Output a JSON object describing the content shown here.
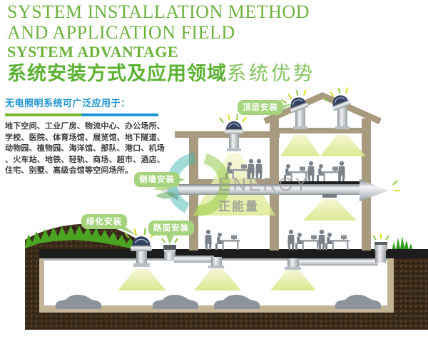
{
  "header": {
    "line1": "SYSTEM INSTALLATION METHOD",
    "line2": "AND APPLICATION FIELD",
    "line3": "SYSTEM ADVANTAGE",
    "cn_bold": "系统安装方式及应用领域",
    "cn_light": "系统优势"
  },
  "intro": {
    "heading": "无电照明系统可广泛应用于：",
    "lines": [
      "地下空间、工业厂房、物流中心、办公场所、",
      "学校、医院、体育场馆、展览馆、地下隧道、",
      "动物园、植物园、海洋馆、部队、港口、机场",
      "、火车站、地铁、轻轨、商场、超市、酒店、",
      "住宅、别墅、高级会馆等空间场所。"
    ]
  },
  "diagram": {
    "labels": {
      "roof": "顶层安装",
      "side_wall": "侧墙安装",
      "greening": "绿化安装",
      "road": "路面安装"
    },
    "watermark": {
      "brand": "ENERGY",
      "brand_cn": "正能量"
    }
  },
  "colors": {
    "heading_green": "#6cb33e",
    "accent_blue": "#1e95d4",
    "label_green": "#a6d47e",
    "frame_tan": "#a79a7e",
    "cone_yellow": "#e4ec9c",
    "soil_brown": "#3a2a1a",
    "metal_silver": "#c9ced2",
    "dome_navy": "#31415e"
  }
}
